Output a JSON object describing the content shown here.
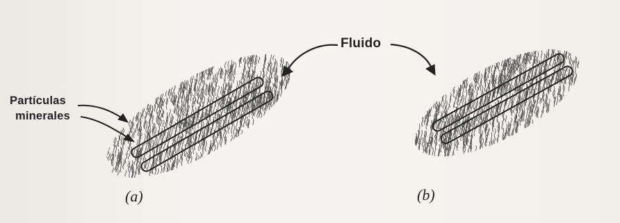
{
  "labels": {
    "fluid": "Fluido",
    "particles_line1": "Partículas",
    "particles_line2": "minerales",
    "panel_a": "(a)",
    "panel_b": "(b)"
  },
  "icons": [
    "fluid-hatching",
    "mineral-particle",
    "curved-arrow"
  ],
  "colors": {
    "ink": "#222222",
    "paper": "#f3f1ed"
  }
}
